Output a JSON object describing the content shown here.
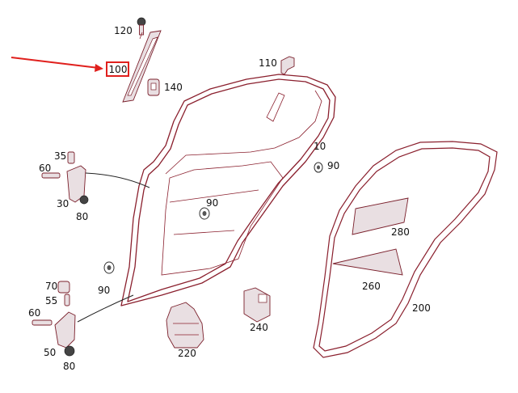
{
  "callouts": {
    "p100": "100",
    "p120": "120",
    "p140": "140",
    "p110": "110",
    "p35": "35",
    "p60a": "60",
    "p30": "30",
    "p80a": "80",
    "p90a": "90",
    "p10": "10",
    "p90b": "90",
    "p280": "280",
    "p260": "260",
    "p200": "200",
    "p70": "70",
    "p55": "55",
    "p90c": "90",
    "p60b": "60",
    "p50": "50",
    "p80b": "80",
    "p220": "220",
    "p240": "240"
  },
  "highlight": {
    "part": "100",
    "arrow_color": "#e0201d",
    "box_color": "#e0201d"
  },
  "colors": {
    "linework": "#8a1f2d",
    "text": "#111111",
    "background": "#ffffff"
  }
}
